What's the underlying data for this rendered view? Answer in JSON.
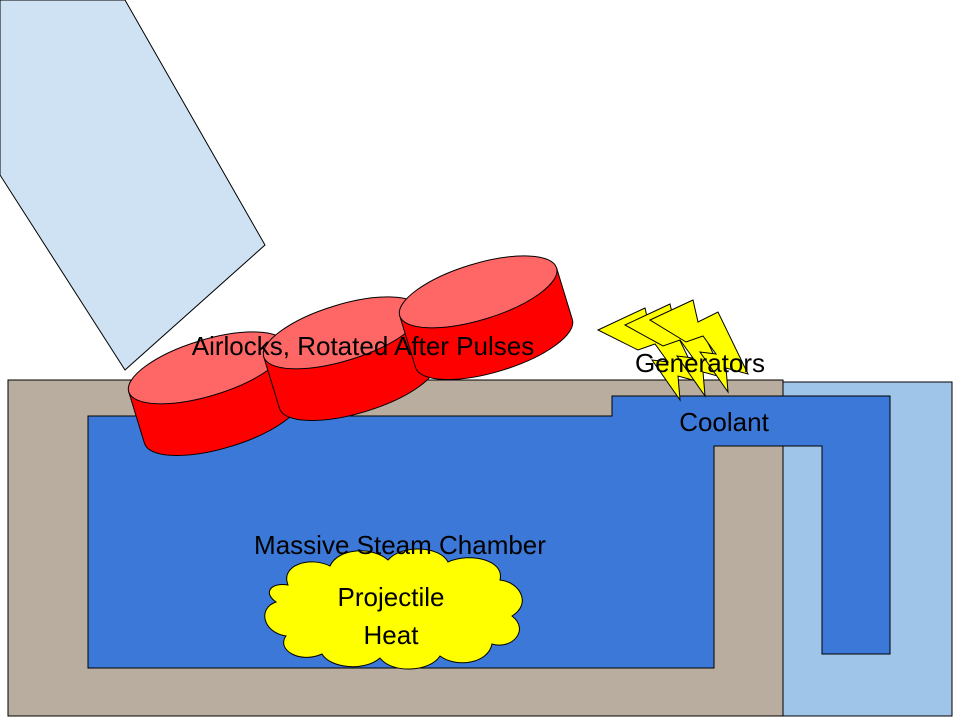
{
  "labels": {
    "airlocks": "Airlocks, Rotated After Pulses",
    "generators": "Generators",
    "coolant": "Coolant",
    "chamber": "Massive Steam Chamber",
    "heat_line1": "Projectile",
    "heat_line2": "Heat"
  },
  "colors": {
    "outer_shell": "#b8ad9e",
    "chamber_fill": "#3c78d8",
    "coolant_outer": "#9fc5e8",
    "barrel_fill": "#cfe2f3",
    "airlock_fill": "#ff0000",
    "airlock_top": "#ff6666",
    "lightning": "#ffff00",
    "heat_cloud": "#ffff00",
    "stroke": "#000000"
  }
}
